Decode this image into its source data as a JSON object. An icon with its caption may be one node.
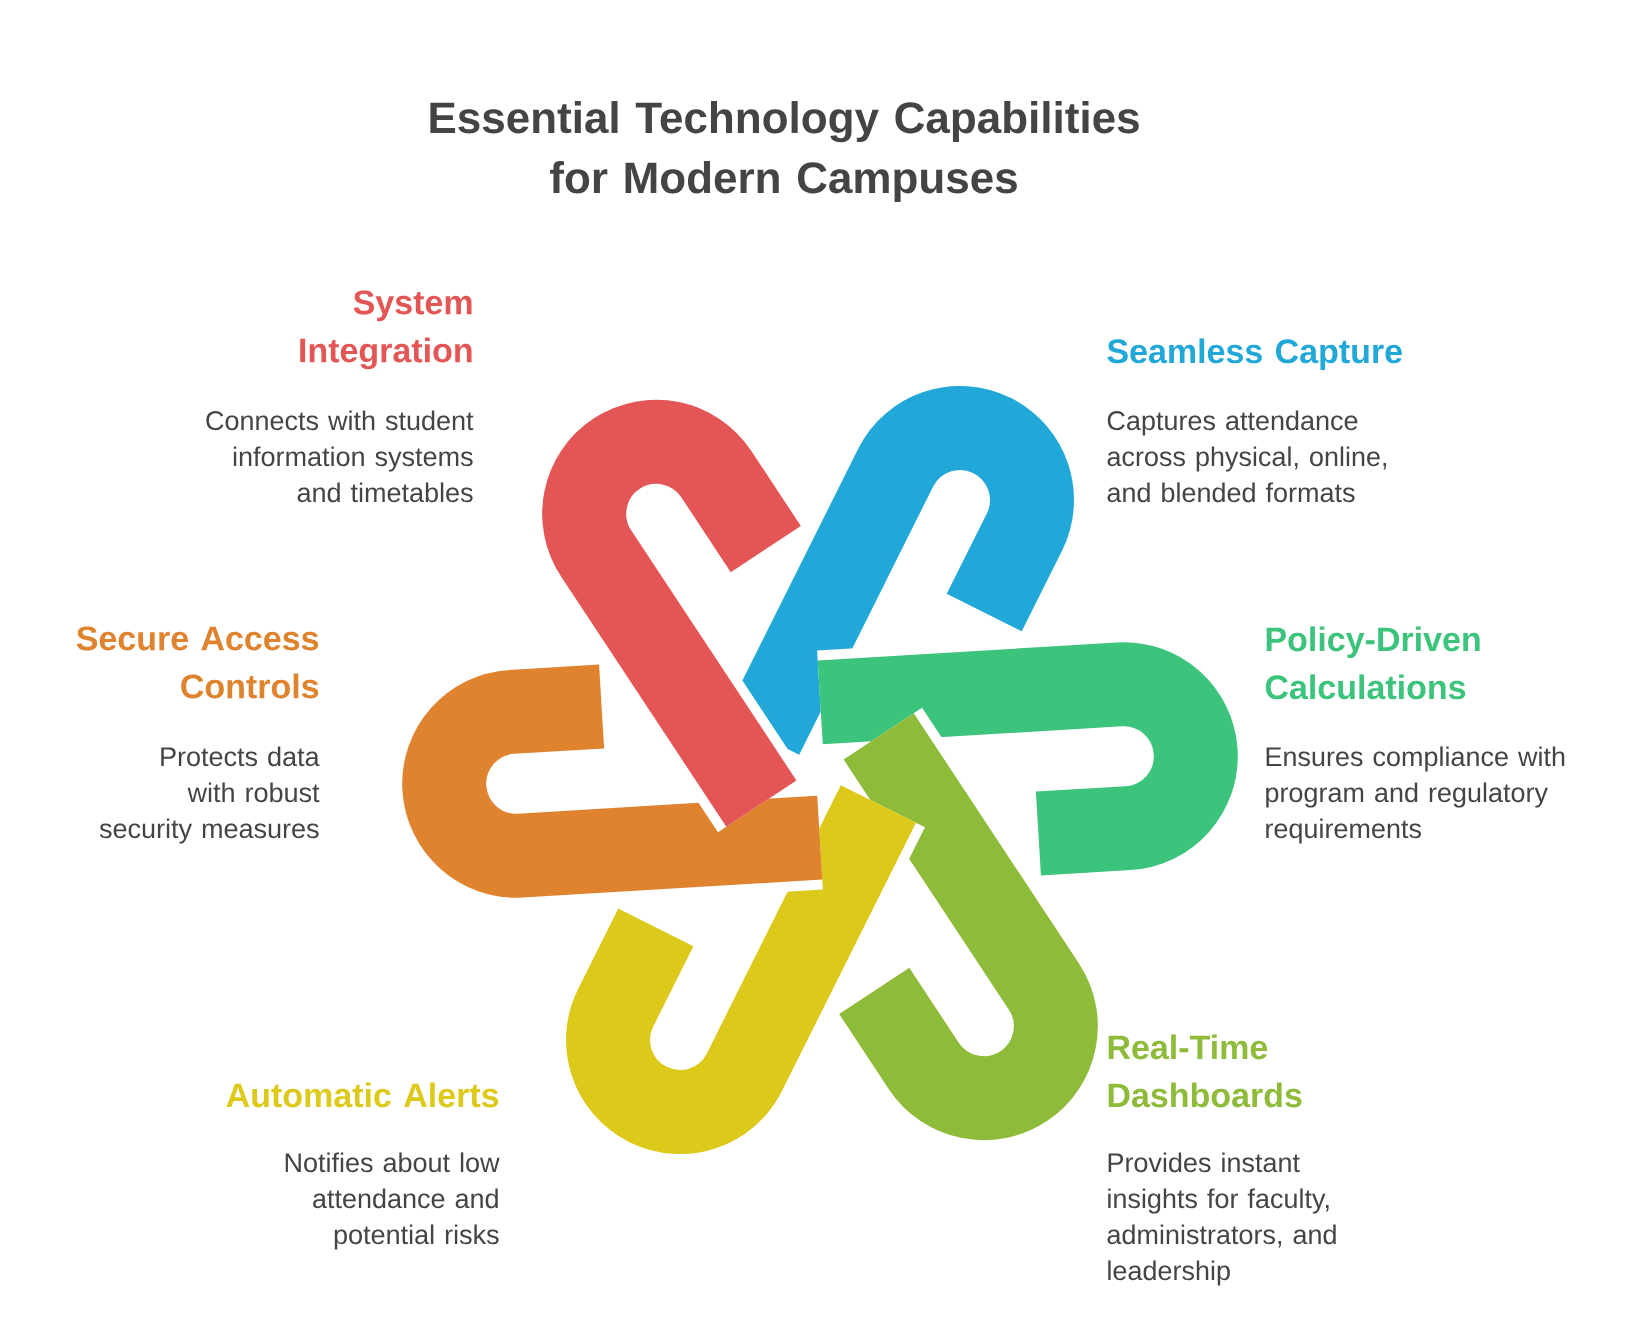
{
  "diagram": {
    "title": "Essential Technology Capabilities for Modern Campuses",
    "labels": [
      "System Integration",
      "Connects with student information systems and timetables",
      "Seamless Capture",
      "Captures attendance across physical, online, and blended formats",
      "Secure Access Controls",
      "Protects data with robust security measures",
      "Policy-Driven Calculations",
      "Ensures compliance with program and regulatory requirements",
      "Automatic Alerts",
      "Notifies about low attendance and potential risks",
      "Real-Time Dashboards",
      "Provides instant insights for faculty, administrators, and leadership"
    ]
  }
}
